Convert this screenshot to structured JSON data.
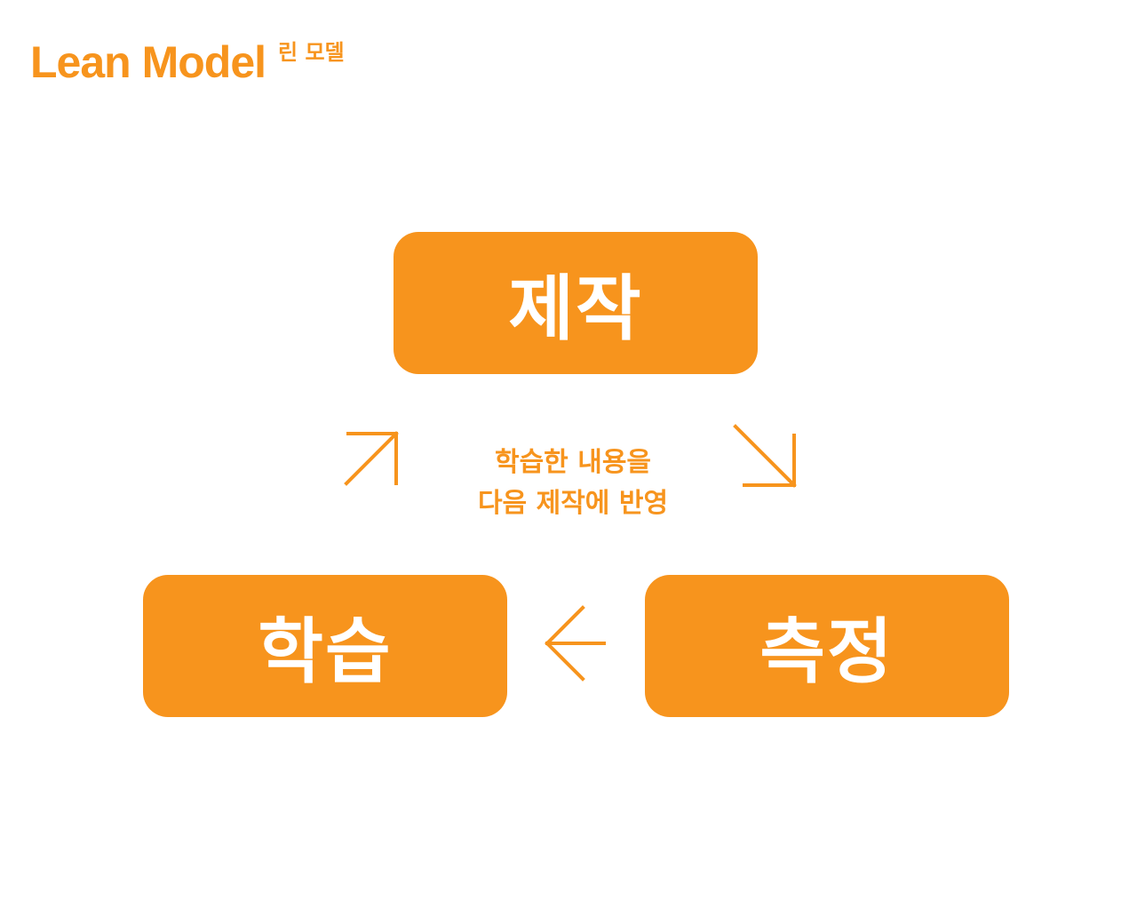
{
  "title": {
    "main": "Lean Model",
    "sub": "린 모델"
  },
  "cycle": {
    "make": "제작",
    "measure": "측정",
    "learn": "학습"
  },
  "note": {
    "line1": "학습한 내용을",
    "line2": "다음 제작에 반영"
  },
  "colors": {
    "accent": "#F7941D",
    "box_text": "#FFFFFF",
    "background": "#FFFFFF"
  },
  "icons": {
    "learn_to_make": "arrow-up-right-icon",
    "make_to_measure": "arrow-down-right-icon",
    "measure_to_learn": "arrow-left-icon"
  }
}
